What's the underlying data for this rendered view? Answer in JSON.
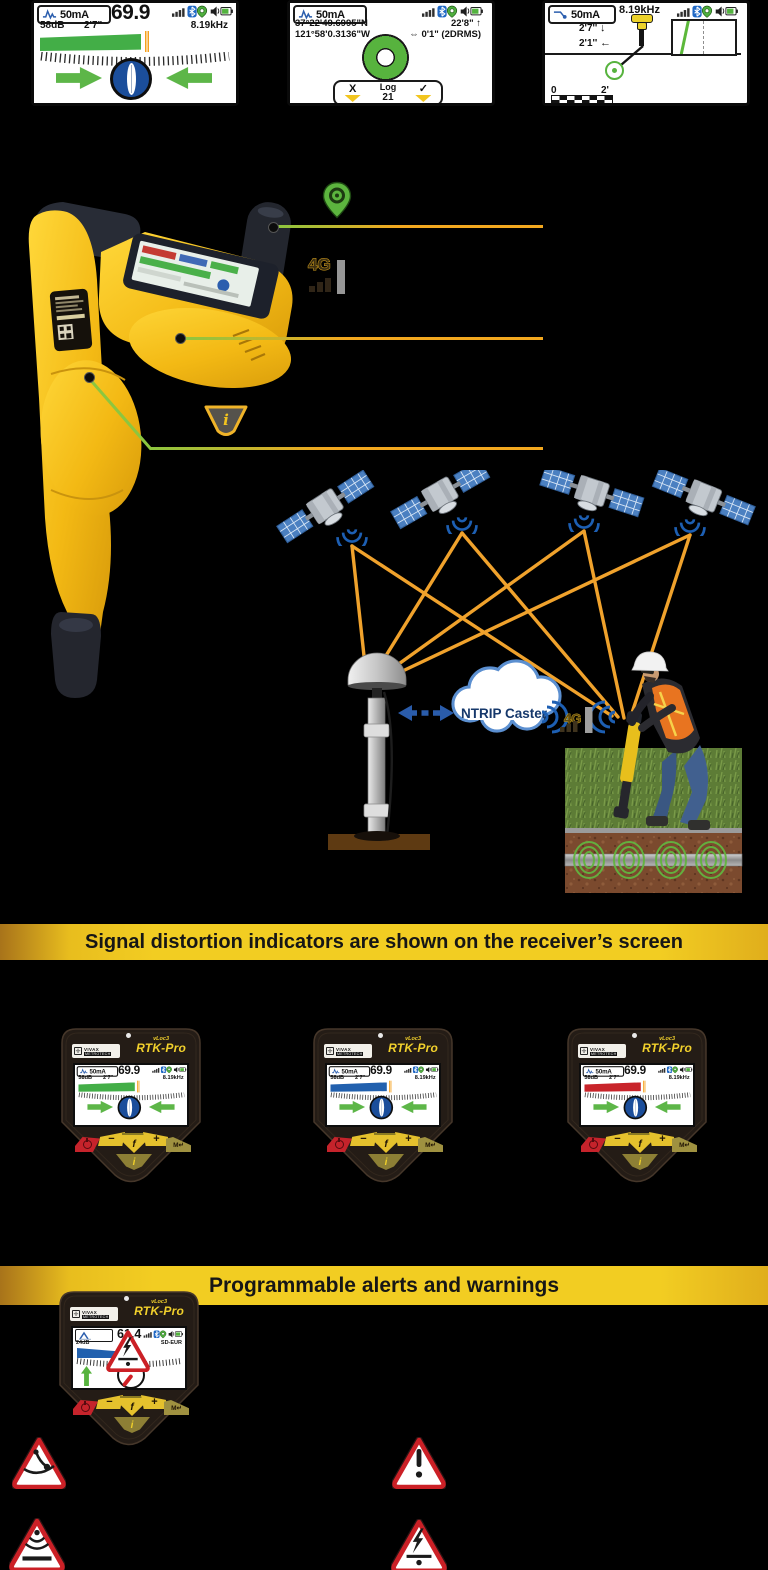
{
  "top_screens": {
    "locate": {
      "current": "50mA",
      "gain": "69.9",
      "db": "58dB",
      "depth": "2'7\"",
      "freq": "8.19kHz"
    },
    "gps_log": {
      "current": "50mA",
      "lat": "37°22'49.6995\"N",
      "lon": "121°58'0.3136\"W",
      "alt": "22'8\"",
      "alt_arrow": "↑",
      "acc_arrow": "⇔",
      "accuracy": "0'1\" (2DRMS)",
      "cancel": "X",
      "log_label": "Log",
      "log_count": "21",
      "confirm": "✓"
    },
    "sonde": {
      "current": "50mA",
      "freq": "8.19kHz",
      "depth": "2'7''",
      "depth_arrow": "↓",
      "offset": "2'1''",
      "offset_arrow": "←",
      "scale_start": "0",
      "scale_end": "2'"
    }
  },
  "callouts": {
    "net": "4G",
    "info_glyph": "i",
    "icons": [
      "gps-pin-icon",
      "cellular-4g-icon",
      "info-trapezoid-icon"
    ]
  },
  "diagram": {
    "ntrip": "NTRIP Caster",
    "net": "4G",
    "icons": [
      "gnss-satellite-icon",
      "base-station-dome-icon",
      "ntrip-cloud-icon",
      "wifi-waves-icon"
    ]
  },
  "banners": {
    "b1": "Signal distortion indicators are shown on the receiver’s screen",
    "b2": "Programmable alerts and warnings"
  },
  "device": {
    "brand1": "VIVAX",
    "brand2": "METROTECH",
    "model_small": "vLoc3",
    "model": "RTK-Pro",
    "keys": {
      "minus": "−",
      "fn": "f",
      "plus": "+",
      "menu": "M↵",
      "info": "i"
    }
  },
  "front_screens": [
    {
      "state": "green",
      "current": "50mA",
      "gain": "69.9",
      "db": "58dB",
      "depth": "2'7\"",
      "freq": "8.19kHz"
    },
    {
      "state": "blue",
      "current": "50mA",
      "gain": "69.9",
      "db": "58dB",
      "depth": "2'7\"",
      "freq": "8.19kHz"
    },
    {
      "state": "red",
      "current": "50mA",
      "gain": "69.9",
      "db": "58dB",
      "depth": "2'7\"",
      "freq": "8.19kHz"
    }
  ],
  "alert_screen": {
    "gain": "61.4",
    "db": "24dB",
    "mode": "SD-EUR"
  },
  "warnings": [
    {
      "name": "overhead-swing-warning"
    },
    {
      "name": "general-caution-warning"
    },
    {
      "name": "shallow-depth-warning"
    },
    {
      "name": "live-cable-warning"
    }
  ],
  "colors": {
    "accent_yellow": "#f2cd22",
    "signal_green": "#43ae47",
    "signal_blue": "#2160ae",
    "signal_red": "#c8242a",
    "arrow_green": "#5db648",
    "compass_blue": "#1b4e9b",
    "line_orange": "#f0a22c",
    "warning_red": "#cb2026",
    "device_yellow": "#f3b914",
    "cloud_blue": "#5b8fd0"
  }
}
